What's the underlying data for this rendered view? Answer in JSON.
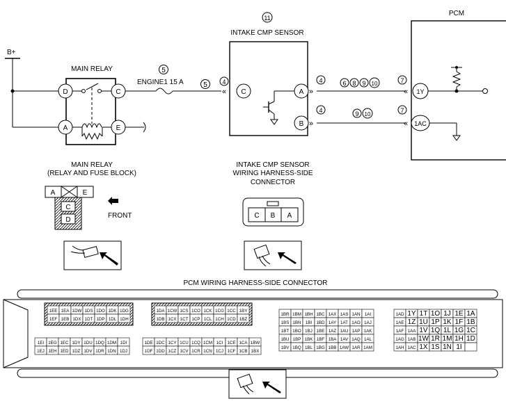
{
  "wiring": {
    "pcm_title": "PCM",
    "sensor_title": "INTAKE CMP SENSOR",
    "supply_label": "B+",
    "relay_title": "MAIN RELAY",
    "fuse_label": "ENGINE1 15 A",
    "relay_terminals": [
      "D",
      "C",
      "A",
      "E"
    ],
    "sensor_terminals": [
      "C",
      "A",
      "B"
    ],
    "pcm_terminals": [
      "1Y",
      "1AC"
    ],
    "callouts": {
      "sensor_ref": "11",
      "fuse_ref": "5",
      "wire_to_sensor": "5",
      "sensor_c_pin": "4",
      "sensor_a_pin": "4",
      "sensor_b_pin": "4",
      "pcm_1y_pin": "7",
      "pcm_1ac_pin": "7",
      "wire_a_refs": [
        "6",
        "8",
        "9",
        "10"
      ],
      "wire_b_refs": [
        "9",
        "10"
      ]
    }
  },
  "relay_connector": {
    "caption_line1": "MAIN RELAY",
    "caption_line2": "(RELAY AND FUSE BLOCK)",
    "cells": [
      "A",
      "E",
      "C",
      "D"
    ],
    "front_label": "FRONT"
  },
  "sensor_connector": {
    "caption_line1": "INTAKE CMP SENSOR",
    "caption_line2": "WIRING HARNESS-SIDE",
    "caption_line3": "CONNECTOR",
    "pins": [
      "C",
      "B",
      "A"
    ]
  },
  "pcm_connector": {
    "title": "PCM WIRING HARNESS-SIDE CONNECTOR",
    "block1_rows": [
      [
        "1EE",
        "1EA",
        "1DW",
        "1DS",
        "1DO",
        "1DK",
        "1DG"
      ],
      [
        "1EF",
        "1EB",
        "1DX",
        "1DT",
        "1DP",
        "1DL",
        "1DH"
      ]
    ],
    "block2_rows": [
      [
        "1DA",
        "1CW",
        "1CS",
        "1CO",
        "1CK",
        "1CG",
        "1CC",
        "1BY"
      ],
      [
        "1DB",
        "1CX",
        "1CT",
        "1CP",
        "1CL",
        "1CH",
        "1CD",
        "1BZ"
      ]
    ],
    "block3_rows": [
      [
        "1BR",
        "1BM",
        "1BH",
        "1BC",
        "1AX",
        "1AS",
        "1AN",
        "1AI"
      ],
      [
        "1BS",
        "1BN",
        "1BI",
        "1BD",
        "1AY",
        "1AT",
        "1AO",
        "1AJ"
      ],
      [
        "1BT",
        "1BO",
        "1BJ",
        "1BE",
        "1AZ",
        "1AU",
        "1AP",
        "1AK"
      ],
      [
        "1BU",
        "1BP",
        "1BK",
        "1BF",
        "1BA",
        "1AV",
        "1AQ",
        "1AL"
      ],
      [
        "1BV",
        "1BQ",
        "1BL",
        "1BG",
        "1BB",
        "1AW",
        "1AR",
        "1AM"
      ]
    ],
    "block4_rows": [
      [
        "1AD",
        "1Y",
        "1T",
        "1O",
        "1J",
        "1E",
        "1A"
      ],
      [
        "1AE",
        "1Z",
        "1U",
        "1P",
        "1K",
        "1F",
        "1B"
      ],
      [
        "1AF",
        "1AA",
        "1V",
        "1Q",
        "1L",
        "1G",
        "1C"
      ],
      [
        "1AG",
        "1AB",
        "1W",
        "1R",
        "1M",
        "1H",
        "1D"
      ],
      [
        "1AH",
        "1AC",
        "1X",
        "1S",
        "1N",
        "1I",
        ""
      ]
    ],
    "block5_rows": [
      [
        "1EI",
        "1EG",
        "1EC",
        "1DY",
        "1DU",
        "1DQ",
        "1DM",
        "1DI"
      ],
      [
        "1EJ",
        "1EH",
        "1ED",
        "1DZ",
        "1DV",
        "1DR",
        "1DN",
        "1DJ"
      ]
    ],
    "block6_rows": [
      [
        "1DE",
        "1DC",
        "1CY",
        "1CU",
        "1CQ",
        "1CM",
        "1CI",
        "1CE",
        "1CA",
        "1BW"
      ],
      [
        "1DF",
        "1DD",
        "1CZ",
        "1CV",
        "1CR",
        "1CN",
        "1CJ",
        "1CF",
        "1CB",
        "1BX"
      ]
    ]
  }
}
